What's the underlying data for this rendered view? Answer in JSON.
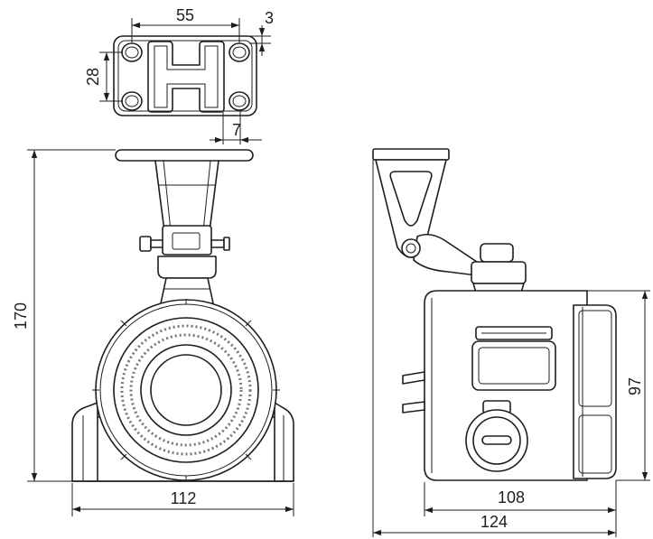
{
  "dimensions": {
    "top_width": "55",
    "top_offset": "3",
    "top_height": "28",
    "hole_offset": "7",
    "height": "170",
    "front_width": "112",
    "body_depth": "108",
    "body_height": "97",
    "overall_depth": "124"
  }
}
